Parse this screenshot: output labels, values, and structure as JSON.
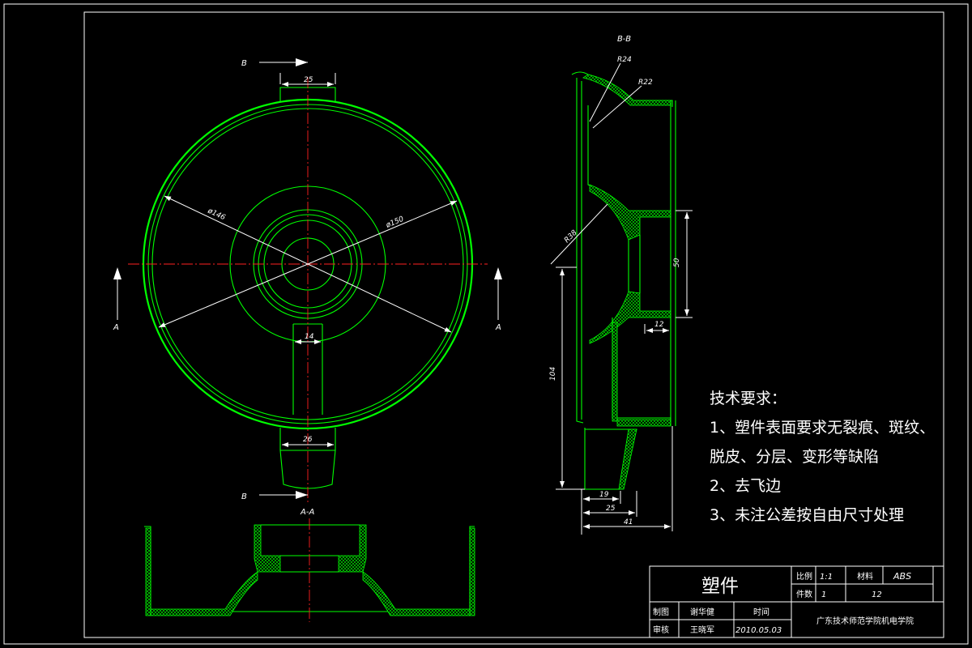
{
  "views": {
    "section_bb": "B-B",
    "section_aa": "A-A",
    "marker_b_top": "B",
    "marker_b_bottom": "B",
    "marker_a_left": "A",
    "marker_a_right": "A"
  },
  "dimensions": {
    "top_width": "25",
    "dia_146": "ø146",
    "dia_150": "ø150",
    "rib_width": "14",
    "handle_width": "26",
    "r24": "R24",
    "r22": "R22",
    "r38": "R38",
    "d50": "50",
    "d12": "12",
    "d104": "104",
    "d19": "19",
    "d25": "25",
    "d41": "41"
  },
  "notes": {
    "heading": "技术要求：",
    "items": [
      "1、塑件表面要求无裂痕、斑纹、",
      "脱皮、分层、变形等缺陷",
      "2、去飞边",
      "3、未注公差按自由尺寸处理"
    ]
  },
  "title_block": {
    "part_name": "塑件",
    "scale_label": "比例",
    "scale_value": "1:1",
    "material_label": "材料",
    "material_value": "ABS",
    "count_label": "件数",
    "count_value": "1",
    "sheet_value": "12",
    "drawn_label": "制图",
    "drawn_name": "谢华健",
    "time_label": "时间",
    "check_label": "审核",
    "check_name": "王晓军",
    "date": "2010.05.03",
    "school": "广东技术师范学院机电学院"
  }
}
